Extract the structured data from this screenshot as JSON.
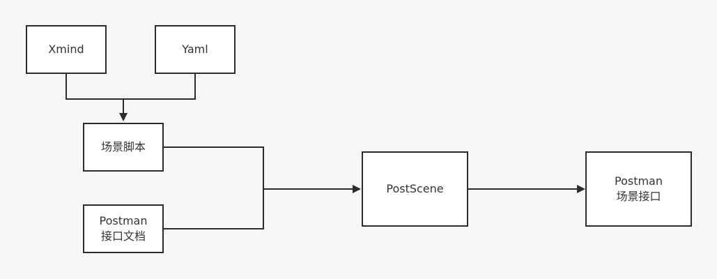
{
  "nodes": {
    "xmind": {
      "label": "Xmind"
    },
    "yaml": {
      "label": "Yaml"
    },
    "scene_script": {
      "label": "场景脚本"
    },
    "postman_api_doc": {
      "line1": "Postman",
      "line2": "接口文档"
    },
    "postscene": {
      "label": "PostScene"
    },
    "postman_scene_api": {
      "line1": "Postman",
      "line2": "场景接口"
    }
  },
  "colors": {
    "background": "#f7f7f7",
    "stroke": "#2b2b2b",
    "box_fill": "#ffffff",
    "text": "#333333"
  }
}
